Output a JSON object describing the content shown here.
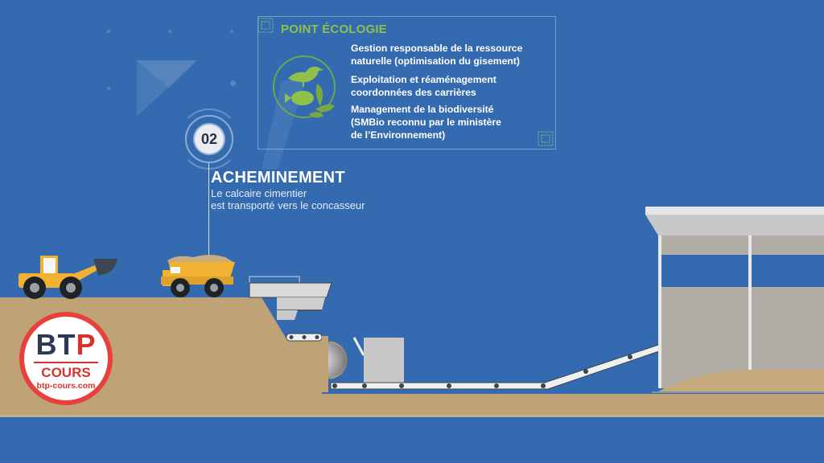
{
  "eco_panel": {
    "title": "POINT ÉCOLOGIE",
    "icon": "bird-fish-leaf-icon",
    "items": [
      {
        "text": "Gestion responsable de la ressource\nnaturelle (optimisation du gisement)"
      },
      {
        "text": "Exploitation et réaménagement\ncoordonnées des carrières"
      },
      {
        "text": "Management de la biodiversité\n(SMBio reconnu par le ministère\nde l’Environnement)"
      }
    ]
  },
  "step": {
    "number": "02",
    "title": "ACHEMINEMENT",
    "description": "Le calcaire cimentier\nest transporté vers le concasseur"
  },
  "scene": {
    "vehicles": [
      "wheel-loader",
      "dump-truck"
    ],
    "equipment": [
      "feed-hopper",
      "short-conveyor",
      "crusher-wheel",
      "crusher-housing",
      "main-conveyor",
      "inclined-conveyor",
      "storage-shed",
      "stockpile"
    ]
  },
  "logo": {
    "b": "B",
    "t": "T",
    "p": "P",
    "cours": "COURS",
    "url": "btp-cours.com"
  },
  "colors": {
    "background": "#346bb0",
    "ground": "#bfa377",
    "eco_green": "#8ec04a",
    "vehicle_yellow": "#f1b233",
    "logo_red": "#e8403c"
  }
}
